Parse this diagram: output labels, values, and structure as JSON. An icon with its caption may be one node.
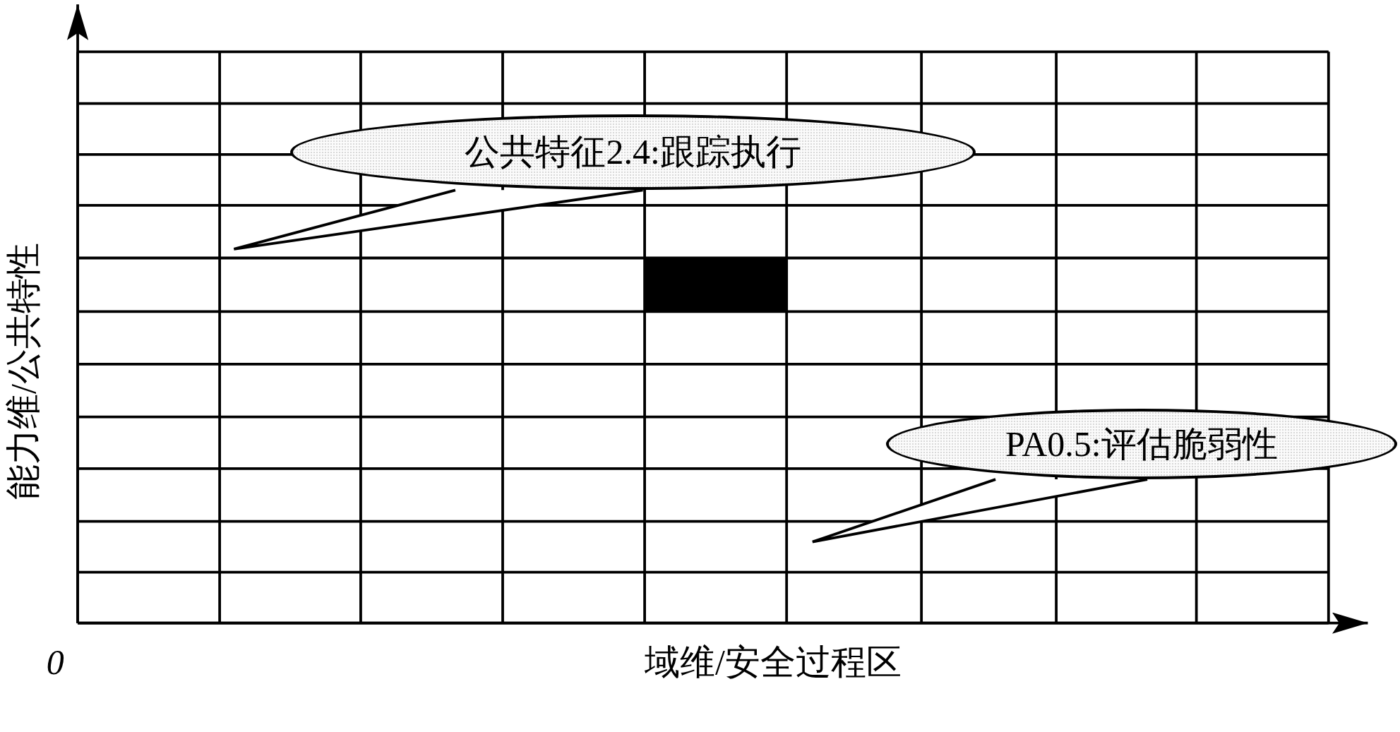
{
  "diagram": {
    "nodes": [
      {
        "text": [
          "公共特征2.4:跟踪执行"
        ]
      },
      {
        "text": [
          "PA0.5:评估脆弱性"
        ]
      }
    ],
    "edges": [
      {
        "from": 0,
        "to": null,
        "arrow": "none"
      },
      {
        "from": 1,
        "to": null,
        "arrow": "none"
      }
    ],
    "labels": [
      "能力维/公共特性",
      "0",
      "域维/安全过程区"
    ]
  }
}
